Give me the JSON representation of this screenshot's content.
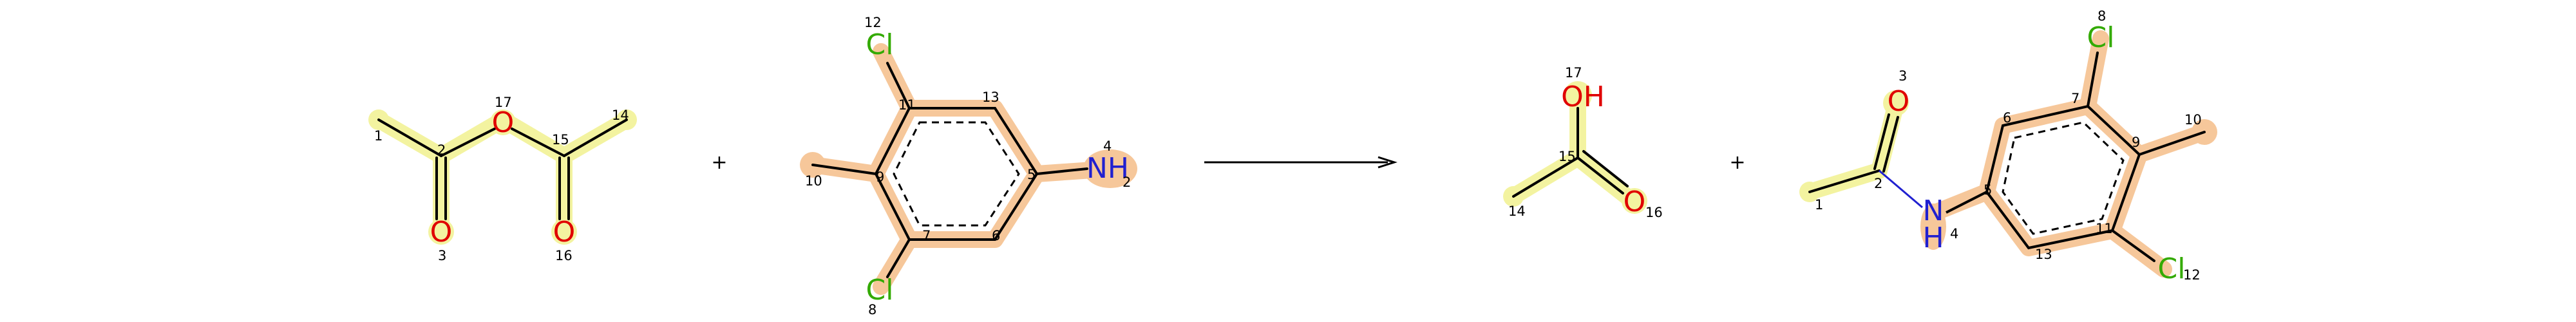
{
  "colors": {
    "carbon": "#000000",
    "oxygen": "#e00000",
    "nitrogen": "#2020d0",
    "chlorine": "#33aa00",
    "highlight_yellow": "#f3f3a0",
    "highlight_orange": "#f6c79a"
  },
  "reaction": {
    "arrow_icon": "reaction-arrow",
    "plus_sign": "+",
    "reactant1": {
      "atom_indices": {
        "c1": "1",
        "c2": "2",
        "o3": "3",
        "c14": "14",
        "c15": "15",
        "o16": "16",
        "o17": "17"
      },
      "labels": {
        "o_bridge": "O",
        "o_carbonyl_left": "O",
        "o_carbonyl_right": "O"
      }
    },
    "reactant2": {
      "atom_indices": {
        "n4": "4",
        "c5": "5",
        "c6": "6",
        "c7": "7",
        "cl8": "8",
        "c9": "9",
        "c10": "10",
        "c11": "11",
        "cl12": "12",
        "c13": "13",
        "h2": "2"
      },
      "labels": {
        "cl_top": "Cl",
        "cl_bottom": "Cl",
        "amine": "NH"
      }
    },
    "product1": {
      "atom_indices": {
        "c14": "14",
        "c15": "15",
        "o16": "16",
        "o17": "17"
      },
      "labels": {
        "hydroxyl": "OH",
        "carbonyl": "O"
      }
    },
    "product2": {
      "atom_indices": {
        "c1": "1",
        "c2": "2",
        "o3": "3",
        "n4": "4",
        "c5": "5",
        "c6": "6",
        "c7": "7",
        "cl8": "8",
        "c9": "9",
        "c10": "10",
        "c11": "11",
        "cl12": "12",
        "c13": "13"
      },
      "labels": {
        "carbonyl": "O",
        "amide_n": "N",
        "amide_h": "H",
        "cl_top": "Cl",
        "cl_bottom": "Cl"
      }
    }
  }
}
